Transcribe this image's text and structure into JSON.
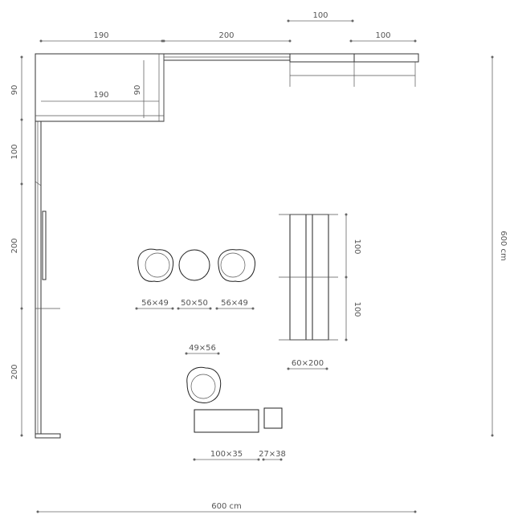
{
  "dimensions": {
    "top_190": "190",
    "top_200": "200",
    "top_100_upper": "100",
    "top_100_lower": "100",
    "inner_190": "190",
    "inner_90": "90",
    "left_90": "90",
    "left_100": "100",
    "left_200_a": "200",
    "left_200_b": "200",
    "bench_100_a": "100",
    "bench_100_b": "100",
    "right_total": "600 cm",
    "bottom_total": "600 cm",
    "chair_1": "56×49",
    "table_1": "50×50",
    "chair_2": "56×49",
    "chair_3": "49×56",
    "bench": "60×200",
    "sofa": "100×35",
    "stool": "27×38"
  },
  "colors": {
    "line": "#333333",
    "dimension": "#666666",
    "label": "#555555",
    "background": "#ffffff"
  }
}
